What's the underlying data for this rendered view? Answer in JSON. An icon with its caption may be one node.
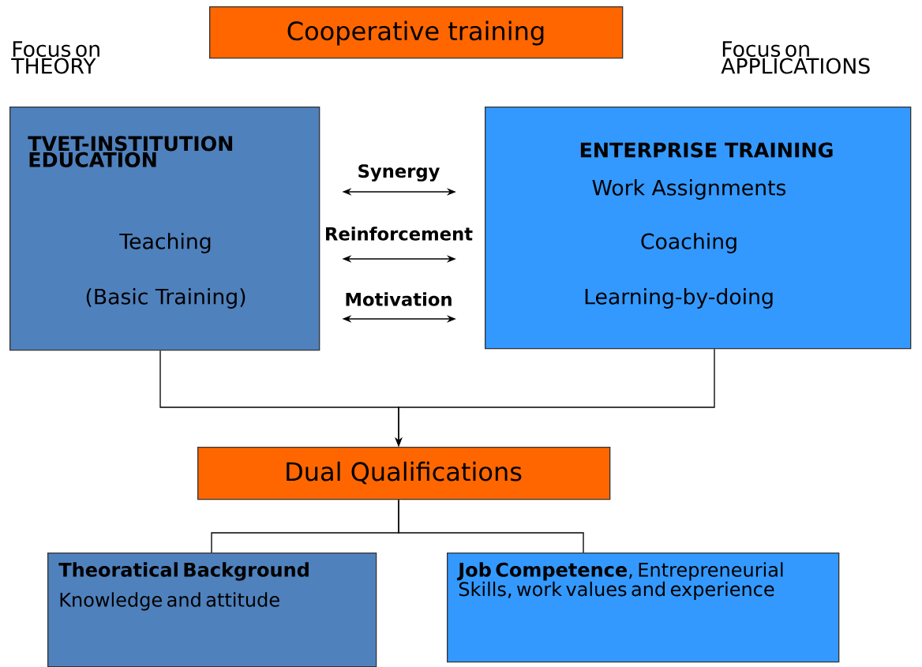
{
  "diagram": {
    "nodes": [
      {
        "text": [
          "Cooperative training"
        ]
      },
      {
        "text": [
          "TVET-INSTITUTION EDUCATION",
          "Teaching",
          "(Basic Training)"
        ],
        "beside": [
          "Focus on THEORY"
        ]
      },
      {
        "text": [
          "ENTERPRISE TRAINING",
          "Work Assignments",
          "Coaching",
          "Learning-by-doing"
        ],
        "beside": [
          "Focus on APPLICATIONS"
        ]
      },
      {
        "text": [
          "Dual Qualifications"
        ]
      },
      {
        "text": [
          "Theoratical Background",
          "Knowledge and attitude"
        ]
      },
      {
        "text": [
          "**Job Competence**, Entrepreneurial Skills, work values and experience"
        ]
      }
    ],
    "edges": [
      {
        "from": 1,
        "to": 2,
        "arrow": "both",
        "label": "Synergy"
      },
      {
        "from": 1,
        "to": 2,
        "arrow": "both",
        "label": "Reinforcement"
      },
      {
        "from": 1,
        "to": 2,
        "arrow": "both",
        "label": "Motivation"
      },
      {
        "from": 1,
        "to": 3,
        "arrow": "to"
      },
      {
        "from": 2,
        "to": 3,
        "arrow": "to"
      },
      {
        "from": 3,
        "to": 4,
        "arrow": "none"
      },
      {
        "from": 3,
        "to": 5,
        "arrow": "none"
      }
    ]
  }
}
